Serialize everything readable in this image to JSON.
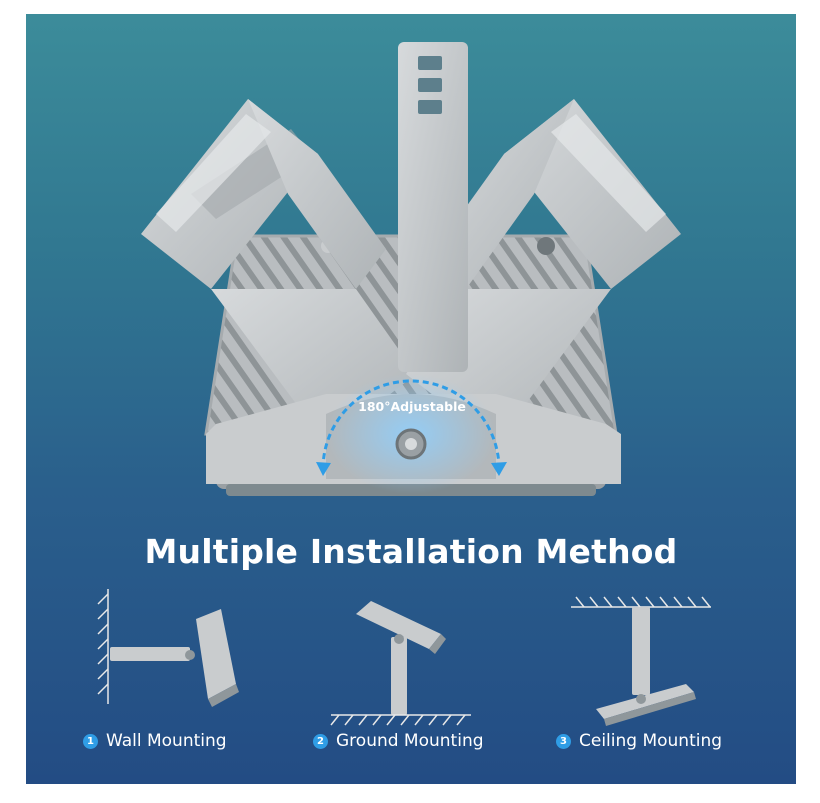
{
  "hero": {
    "badge_text": "180°Adjustable",
    "bracket_icon": "u-bracket-icon",
    "arrow_color": "#2f9de6"
  },
  "title": "Multiple Installation Method",
  "methods": [
    {
      "number": "1",
      "label": "Wall Mounting",
      "icon": "wall-mount-icon"
    },
    {
      "number": "2",
      "label": "Ground Mounting",
      "icon": "ground-mount-icon"
    },
    {
      "number": "3",
      "label": "Ceiling Mounting",
      "icon": "ceiling-mount-icon"
    }
  ],
  "colors": {
    "background_top": "#3c8c9a",
    "background_bottom": "#234c84",
    "accent": "#2f9de6",
    "product_gray": "#c9ccce"
  }
}
